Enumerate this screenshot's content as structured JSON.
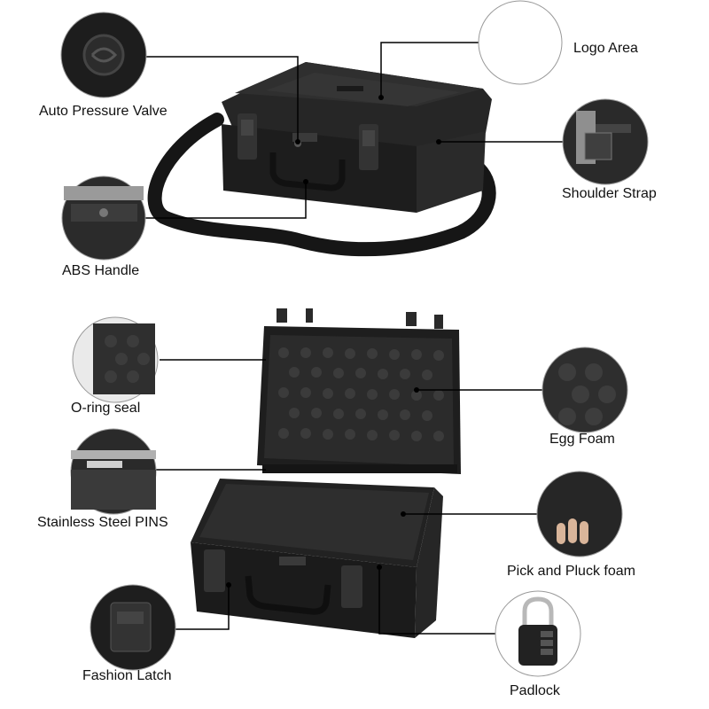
{
  "callouts": {
    "auto_pressure_valve": "Auto Pressure Valve",
    "logo_area": "Logo Area",
    "shoulder_strap": "Shoulder Strap",
    "abs_handle": "ABS Handle",
    "o_ring_seal": "O-ring seal",
    "egg_foam": "Egg Foam",
    "stainless_steel_pins": "Stainless Steel PINS",
    "pick_and_pluck_foam": "Pick and Pluck foam",
    "fashion_latch": "Fashion Latch",
    "padlock": "Padlock"
  },
  "colors": {
    "case_body": "#1f1f1f",
    "case_edge": "#3a3a3a",
    "foam": "#2b2b2b",
    "leader_line": "#000000",
    "text": "#111111",
    "padlock_body": "#222222",
    "padlock_shackle": "#b8b8b8"
  }
}
